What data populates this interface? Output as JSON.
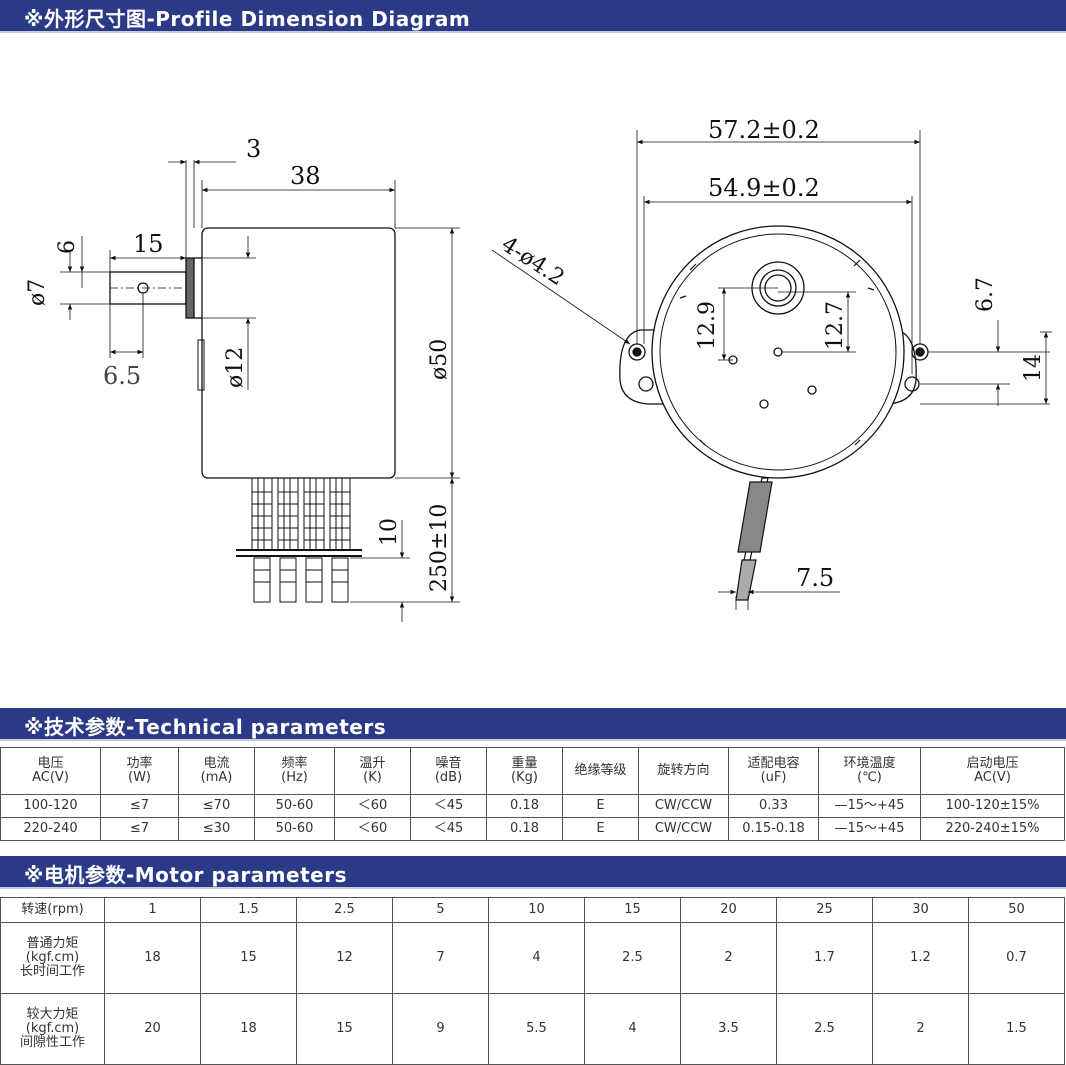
{
  "sections": {
    "profile": "※外形尺寸图-Profile Dimension Diagram",
    "technical": "※技术参数-Technical parameters",
    "motor": "※电机参数-Motor parameters"
  },
  "dimensions": {
    "d3": "3",
    "d38": "38",
    "d6": "6",
    "d15": "15",
    "d7": "ø7",
    "d65": "6.5",
    "d12": "ø12",
    "d50": "ø50",
    "d10": "10",
    "d250": "250±10",
    "d572": "57.2±0.2",
    "d549": "54.9±0.2",
    "d42": "4-ø4.2",
    "d129": "12.9",
    "d127": "12.7",
    "d67": "6.7",
    "d14": "14",
    "d75": "7.5"
  },
  "technical": {
    "headers": [
      [
        "电压",
        "AC(V)"
      ],
      [
        "功率",
        "(W)"
      ],
      [
        "电流",
        "(mA)"
      ],
      [
        "频率",
        "(Hz)"
      ],
      [
        "温升",
        "(K)"
      ],
      [
        "噪音",
        "(dB)"
      ],
      [
        "重量",
        "(Kg)"
      ],
      [
        "绝缘等级",
        ""
      ],
      [
        "旋转方向",
        ""
      ],
      [
        "适配电容",
        "(uF)"
      ],
      [
        "环境温度",
        "(℃)"
      ],
      [
        "启动电压",
        "AC(V)"
      ]
    ],
    "rows": [
      [
        "100-120",
        "≤7",
        "≤70",
        "50-60",
        "＜60",
        "＜45",
        "0.18",
        "E",
        "CW/CCW",
        "0.33",
        "—15～+45",
        "100-120±15%"
      ],
      [
        "220-240",
        "≤7",
        "≤30",
        "50-60",
        "＜60",
        "＜45",
        "0.18",
        "E",
        "CW/CCW",
        "0.15-0.18",
        "—15～+45",
        "220-240±15%"
      ]
    ]
  },
  "motor": {
    "speed_label": "转速(rpm)",
    "speeds": [
      "1",
      "1.5",
      "2.5",
      "5",
      "10",
      "15",
      "20",
      "25",
      "30",
      "50"
    ],
    "normal": {
      "label": [
        "普通力矩",
        "(kgf.cm)",
        "长时间工作"
      ],
      "values": [
        "18",
        "15",
        "12",
        "7",
        "4",
        "2.5",
        "2",
        "1.7",
        "1.2",
        "0.7"
      ]
    },
    "large": {
      "label": [
        "较大力矩",
        "(kgf.cm)",
        "间隙性工作"
      ],
      "values": [
        "20",
        "18",
        "15",
        "9",
        "5.5",
        "4",
        "3.5",
        "2.5",
        "2",
        "1.5"
      ]
    }
  }
}
